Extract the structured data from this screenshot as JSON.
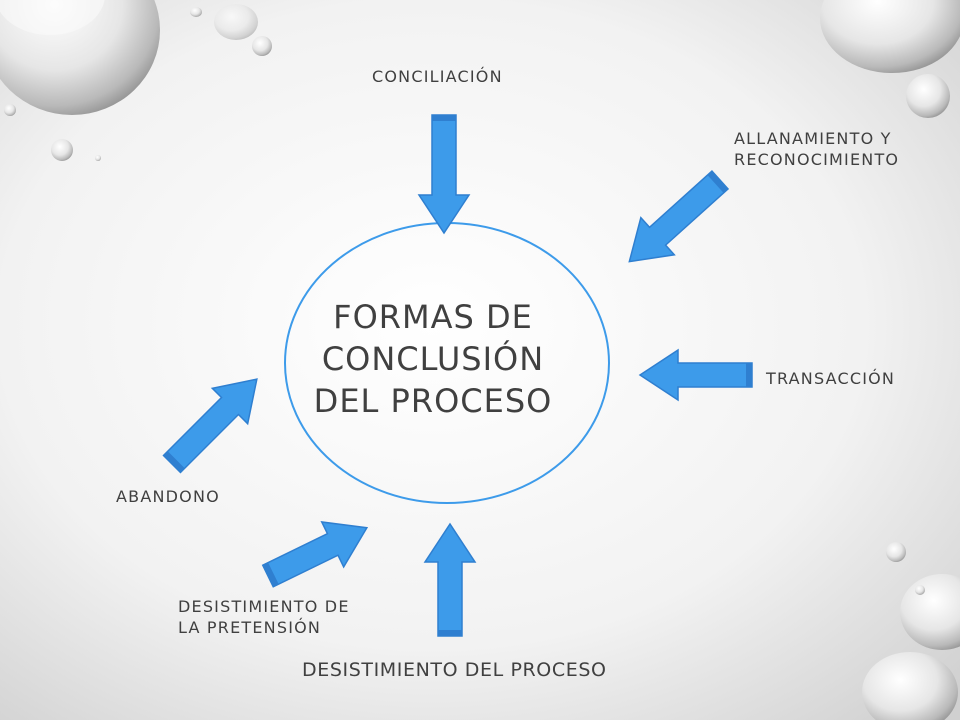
{
  "center": {
    "line1": "FORMAS  DE",
    "line2": "CONCLUSIÓN",
    "line3": "DEL PROCESO"
  },
  "labels": {
    "conciliacion": "CONCILIACIÓN",
    "allanamiento_line1": "ALLANAMIENTO Y",
    "allanamiento_line2": "RECONOCIMIENTO",
    "transaccion": "TRANSACCIÓN",
    "abandono": "ABANDONO",
    "desistimiento_pretension_line1": "DESISTIMIENTO DE",
    "desistimiento_pretension_line2": "LA PRETENSIÓN",
    "desistimiento_proceso": "DESISTIMIENTO DEL PROCESO"
  },
  "colors": {
    "arrow_fill": "#3d9bea",
    "arrow_edge": "#2f7fd0",
    "ellipse_stroke": "#3d9bea",
    "text": "#404040"
  }
}
